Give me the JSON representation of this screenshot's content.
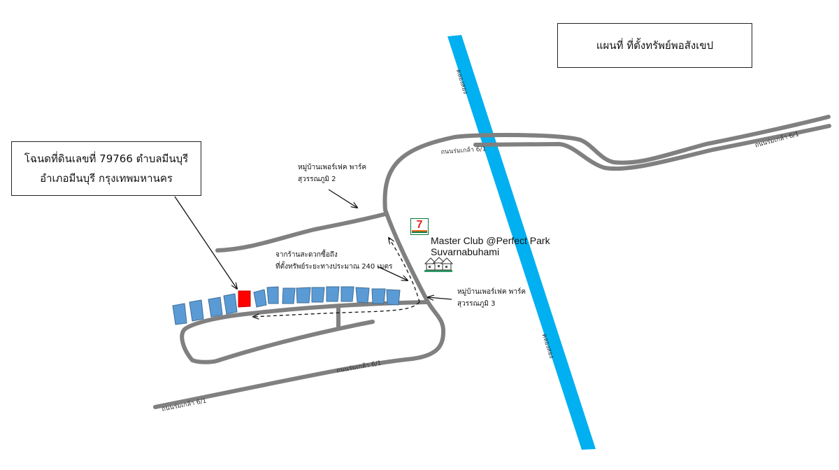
{
  "map_title": "แผนที่ ที่ตั้งทรัพย์พอสังเขป",
  "deed_note": {
    "line1": "โฉนดที่ดินเลขที่ 79766 ตำบลมีนบุรี",
    "line2": "อำเภอมีนบุรี กรุงเทพมหานคร"
  },
  "labels": {
    "village_2_line1": "หมู่บ้านเพอร์เฟค พาร์ค",
    "village_2_line2": "สุวรรณภูมิ 2",
    "village_3_line1": "หมู่บ้านเพอร์เฟค พาร์ค",
    "village_3_line2": "สุวรรณภูมิ 3",
    "distance_line1": "จากร้านสะดวกซื้อถึง",
    "distance_line2": "ที่ตั้งทรัพย์ระยะทางประมาณ 240 เมตร",
    "poi_line1": "Master Club @Perfect Park",
    "poi_line2": "Suvarnabuhami",
    "canal_upper": "คลองสอง",
    "canal_lower": "คลองสอง",
    "road_upper": "ถนนร่มเกล้า 6/1",
    "road_right": "ถนนร่มเกล้า 6/1",
    "road_middle": "ถนนร่มเกล้า 6/1",
    "road_lower": "ถนนร่มเกล้า 6/1"
  },
  "icons": {
    "store": "seven-eleven-logo",
    "clubhouse": "house-icon"
  },
  "colors": {
    "road": "#808080",
    "canal": "#00b0f0",
    "plot": "#5b9bd5",
    "subject_plot": "#ff0000"
  }
}
